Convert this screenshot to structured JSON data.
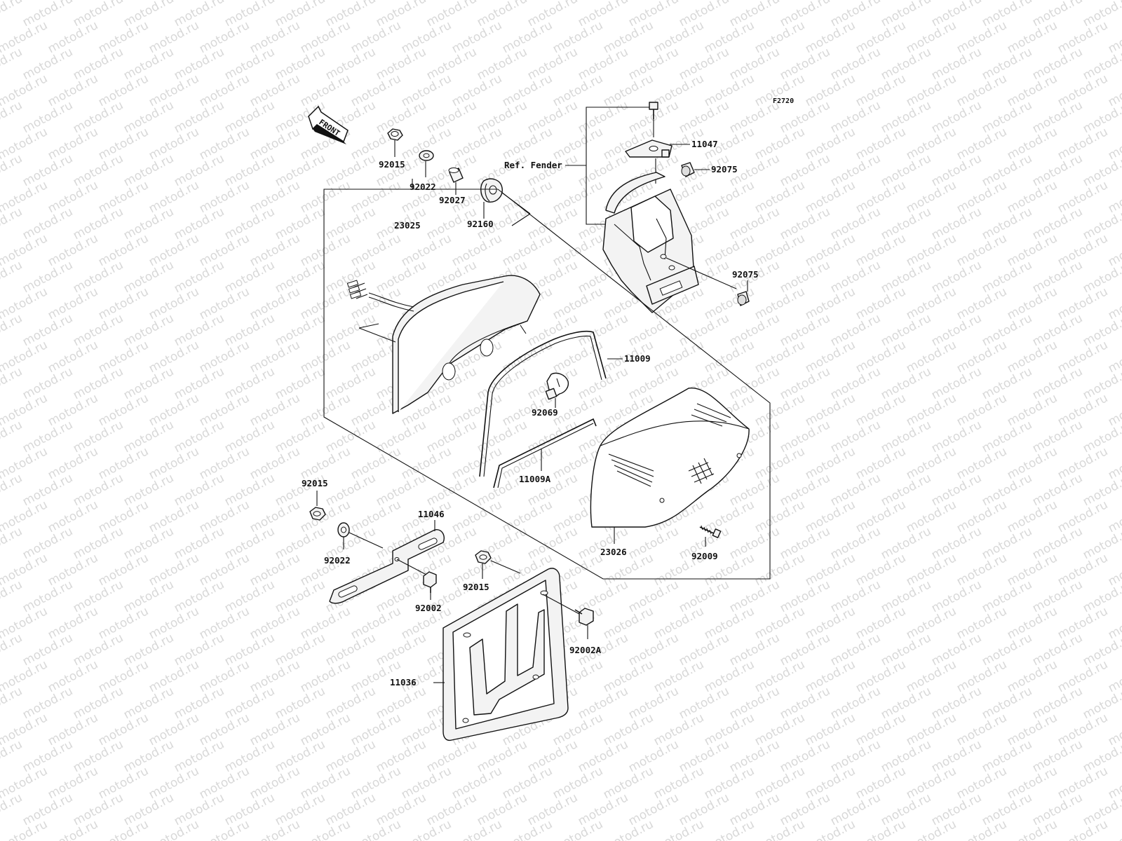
{
  "diagram_id": "F2720",
  "front_label": "FRONT",
  "reference_label": "Ref. Fender",
  "watermark_text": "motod.ru",
  "parts": {
    "p92015_top": "92015",
    "p92022_top": "92022",
    "p92027": "92027",
    "p92160": "92160",
    "p23025": "23025",
    "p11047": "11047",
    "p92075_top": "92075",
    "p92075_right": "92075",
    "p11009": "11009",
    "p92069": "92069",
    "p11009A": "11009A",
    "p23026": "23026",
    "p92009": "92009",
    "p92015_left": "92015",
    "p92022_left": "92022",
    "p11046": "11046",
    "p92015_mid": "92015",
    "p92002": "92002",
    "p92002A": "92002A",
    "p11036": "11036"
  },
  "colors": {
    "line": "#111111",
    "watermark": "#b9b9b9",
    "part_fill": "#f3f3f3"
  }
}
